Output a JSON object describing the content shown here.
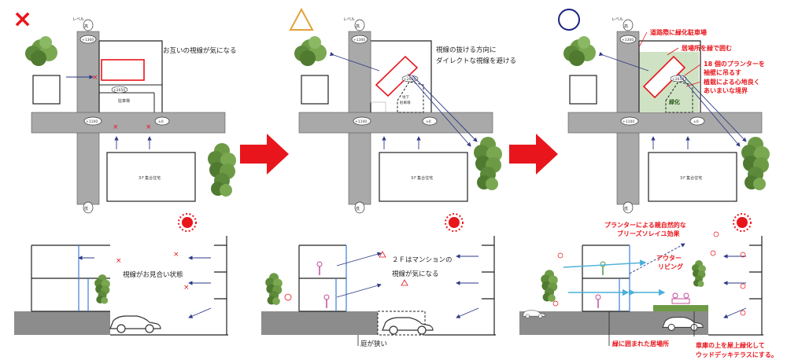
{
  "colors": {
    "red": "#e8161c",
    "road": "#a9a9a9",
    "ground": "#8c8c8c",
    "sight": "#2e3a87",
    "tree": "#5d8a3a",
    "orange": "#e2a23a",
    "navy": "#1a237e",
    "blue_light": "#5bc0de",
    "green_zone": "#cfe3c4"
  },
  "marks": {
    "panel1": "×",
    "panel2": "△",
    "panel3": "○"
  },
  "plan_labels": {
    "level": "レベル",
    "high": "高",
    "low": "低",
    "hgt_1300": "+1300",
    "hgt_2650": "+2650",
    "hgt_1100": "+1100",
    "hgt_0": "±0",
    "parking": "駐車場",
    "basement_parking_1": "地下",
    "basement_parking_2": "駐車場",
    "apartment": "3Ｆ集合住宅",
    "green_parking_mark": "緑化"
  },
  "panel1": {
    "note": "お互いの視線が気になる",
    "section_note": "視線がお見合い状態"
  },
  "panel2": {
    "note_line1": "視線の抜ける方向に",
    "note_line2": "ダイレクトな視線を避ける",
    "section_note_line1": "２Ｆはマンションの",
    "section_note_line2": "視線が気になる",
    "section_bottom": "庭が狭い"
  },
  "panel3": {
    "bullets": [
      "道路際に緑化駐車場",
      "居場所を緑で囲む",
      "18 個のプランターを",
      "袖壁に吊るす",
      "植栽による心地良く",
      "あいまいな境界"
    ],
    "section_top_line1": "プランターによる親自然的な",
    "section_top_line2": "ブリーズソレイユ効果",
    "outer_living_1": "アウター",
    "outer_living_2": "リビング",
    "bottom1": "緑に囲まれた居場所",
    "bottom2_line1": "車庫の上を屋上緑化して",
    "bottom2_line2": "ウッドデッキテラスにする。"
  }
}
